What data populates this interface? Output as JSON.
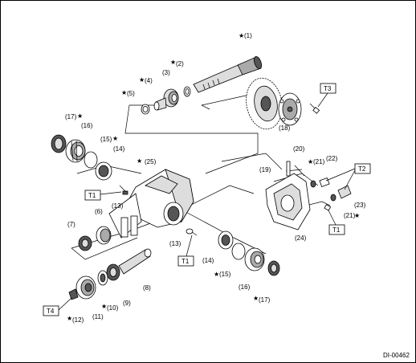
{
  "diagram": {
    "code": "DI-00462",
    "labels": [
      "(1)",
      "(2)",
      "(3)",
      "(4)",
      "(5)",
      "(6)",
      "(7)",
      "(8)",
      "(9)",
      "(10)",
      "(11)",
      "(12)",
      "(13)",
      "(13)",
      "(14)",
      "(14)",
      "(15)",
      "(15)",
      "(16)",
      "(16)",
      "(17)",
      "(17)",
      "(18)",
      "(19)",
      "(20)",
      "(21)",
      "(21)",
      "(22)",
      "(23)",
      "(24)",
      "(25)"
    ],
    "torque_boxes": [
      "T3",
      "T2",
      "T1",
      "T1",
      "T1",
      "T4"
    ]
  }
}
